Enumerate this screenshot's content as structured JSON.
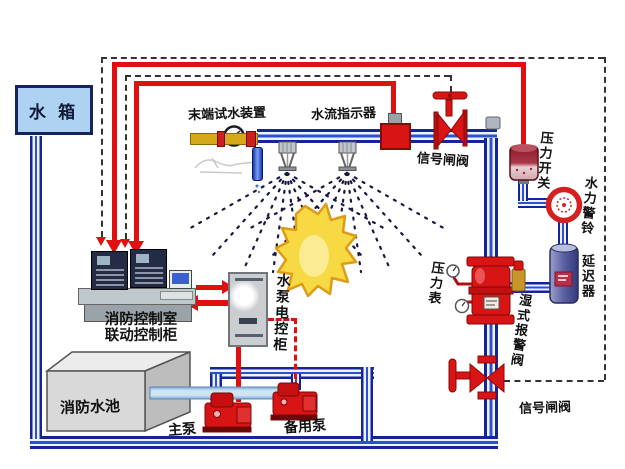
{
  "labels": {
    "water_tank": "水 箱",
    "end_test_device": "末端试水装置",
    "water_flow_indicator": "水流指示器",
    "signal_gate_valve_top": "信号闸阀",
    "pressure_switch": "压力开关",
    "hydraulic_alarm_bell": "水力警铃",
    "delay_device": "延迟器",
    "pressure_gauge": "压力表",
    "wet_alarm_valve": "湿式报警阀",
    "fire_control_room_line1": "消防控制室",
    "fire_control_room_line2": "联动控制柜",
    "pump_control_cabinet": "水泵电控柜",
    "fire_water_pool": "消防水池",
    "main_pump": "主泵",
    "backup_pump": "备用泵",
    "signal_gate_valve_bottom": "信号闸阀"
  },
  "colors": {
    "pipe_blue_dark": "#16249a",
    "pipe_blue_core": "#2a50d4",
    "suction_blue": "#7aaad0",
    "signal_red": "#e01010",
    "device_red": "#d81414",
    "dashed_black": "#333333",
    "tank_fill": "#aed3f2",
    "flame_yellow": "#f6d943",
    "flame_outline": "#de9b16"
  }
}
